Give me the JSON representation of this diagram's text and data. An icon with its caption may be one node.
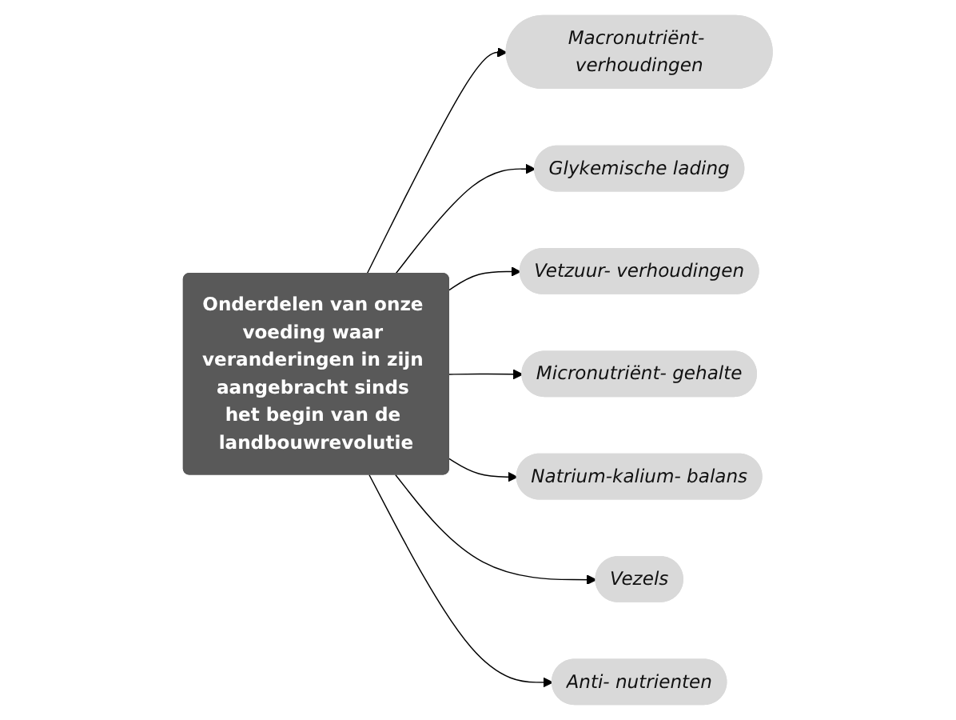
{
  "diagram": {
    "nodes": [
      {
        "text": [
          "Macronutriënt- verhoudingen"
        ]
      },
      {
        "text": [
          "Anti- nutrienten"
        ]
      },
      {
        "text": [
          "Glykemische lading"
        ]
      },
      {
        "text": [
          "Onderdelen van onze voeding waar veranderingen in zijn aangebracht sinds het begin van de landbouwrevolutie"
        ]
      },
      {
        "text": [
          "Vezels"
        ]
      },
      {
        "text": [
          "Vetzuur- verhoudingen"
        ]
      },
      {
        "text": [
          "Natrium-kalium- balans"
        ]
      },
      {
        "text": [
          "Micronutriënt- gehalte"
        ]
      }
    ],
    "edges": [
      {
        "from": 3,
        "to": 0,
        "arrow": "to"
      },
      {
        "from": 3,
        "to": 2,
        "arrow": "to"
      },
      {
        "from": 3,
        "to": 5,
        "arrow": "to"
      },
      {
        "from": 3,
        "to": 7,
        "arrow": "to"
      },
      {
        "from": 3,
        "to": 6,
        "arrow": "to"
      },
      {
        "from": 3,
        "to": 4,
        "arrow": "to"
      },
      {
        "from": 3,
        "to": 1,
        "arrow": "to"
      }
    ]
  }
}
